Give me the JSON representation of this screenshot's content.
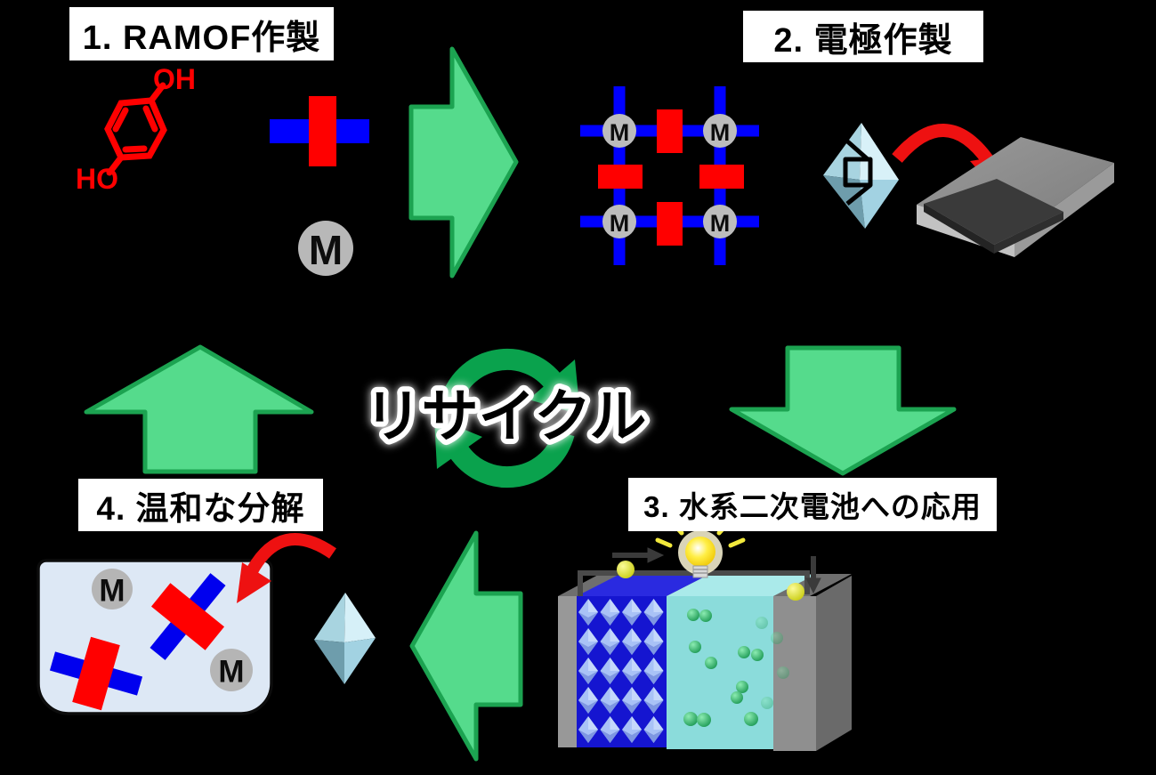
{
  "diagram": {
    "type": "process-cycle",
    "steps": [
      {
        "num": "1",
        "label": "1. RAMOF作製"
      },
      {
        "num": "2",
        "label": "2. 電極作製"
      },
      {
        "num": "3",
        "label": "3. 水系二次電池への応用"
      },
      {
        "num": "4",
        "label": "4. 温和な分解"
      }
    ],
    "center_label": "リサイクル",
    "molecule": {
      "name": "hydroquinone",
      "oh_top": "OH",
      "oh_bottom": "HO"
    },
    "metal_symbol": "M",
    "colors": {
      "background": "#000000",
      "block_arrow_fill": "#55DB8C",
      "block_arrow_stroke": "#1CA351",
      "recycle_green": "#0AA24D",
      "linker_red": "#FF0000",
      "linker_blue": "#0000FF",
      "metal_gray": "#BBBBBB",
      "label_bg": "#FFFFFF",
      "label_text": "#000000",
      "molecule_red": "#FF0000",
      "crystal_light_blue": "#CFEEF8",
      "solution_bg": "#DDE8F5",
      "electrode_blue": "#1515D0",
      "electrolyte_cyan": "#8ADADA",
      "ion_green": "#2EAF6A",
      "transfer_arrow_red": "#EE1111",
      "substrate_gray": "#8F8F8F",
      "coating_dark": "#3A3A3A",
      "bulb_yellow": "#FFEE44"
    }
  }
}
